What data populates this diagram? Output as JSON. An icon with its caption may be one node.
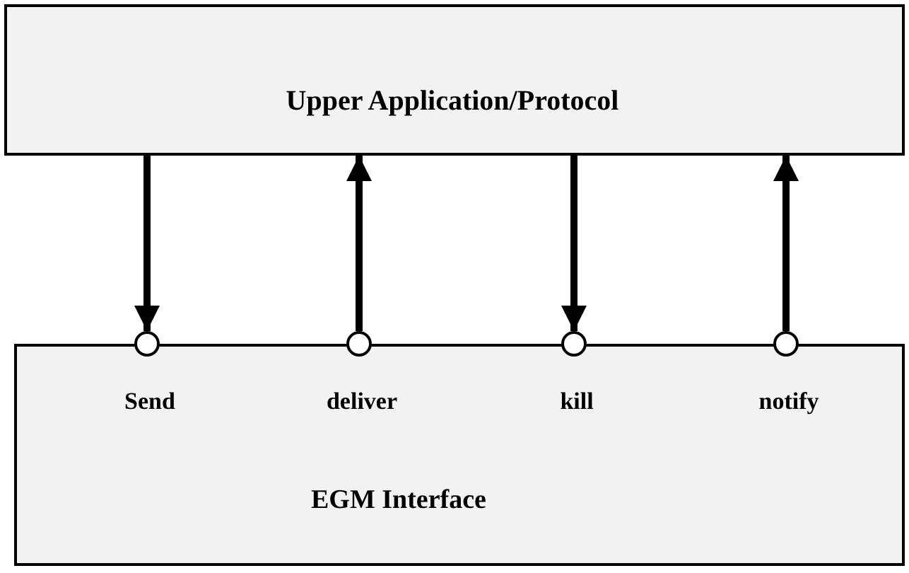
{
  "diagram": {
    "nodes": [
      {
        "text": [
          "Upper Application/Protocol"
        ]
      },
      {
        "text": [
          "Send",
          "deliver",
          "kill",
          "notify",
          "EGM Interface"
        ]
      },
      {
        "text": [],
        "shape": "circle"
      },
      {
        "text": [],
        "shape": "circle"
      },
      {
        "text": [],
        "shape": "circle"
      },
      {
        "text": [],
        "shape": "circle"
      }
    ],
    "edges": [
      {
        "from": 0,
        "to": 2,
        "arrow": "to"
      },
      {
        "from": 3,
        "to": 0,
        "arrow": "to"
      },
      {
        "from": 0,
        "to": 4,
        "arrow": "to"
      },
      {
        "from": 5,
        "to": 0,
        "arrow": "to"
      }
    ]
  }
}
